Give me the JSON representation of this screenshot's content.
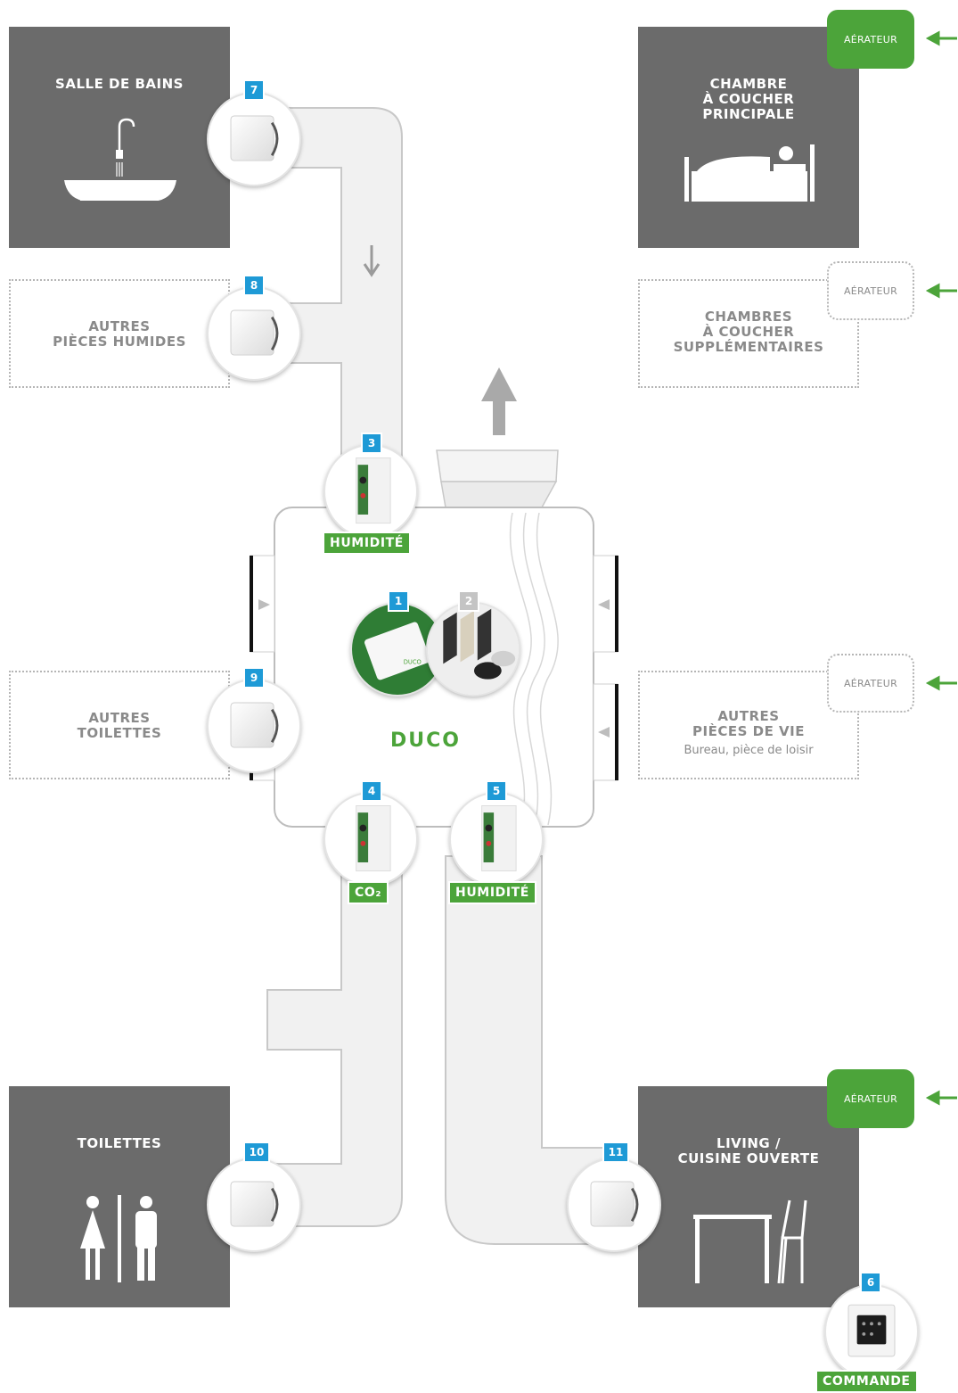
{
  "rooms": {
    "bathroom": {
      "title": "SALLE DE BAINS"
    },
    "wet_rooms": {
      "title": "AUTRES\nPIÈCES HUMIDES"
    },
    "other_toilets": {
      "title": "AUTRES\nTOILETTES"
    },
    "toilets": {
      "title": "TOILETTES"
    },
    "master_bedroom": {
      "title": "CHAMBRE\nÀ COUCHER\nPRINCIPALE"
    },
    "extra_bedrooms": {
      "title": "CHAMBRES\nÀ COUCHER\nSUPPLÉMENTAIRES"
    },
    "living_rooms": {
      "title": "AUTRES\nPIÈCES DE VIE",
      "subtitle": "Bureau, pièce de loisir"
    },
    "living_kitchen": {
      "title": "LIVING /\nCUISINE OUVERTE"
    }
  },
  "aerateur_label": "AÉRATEUR",
  "tags": {
    "t1": "1",
    "t2": "2",
    "t3": "3",
    "t4": "4",
    "t5": "5",
    "t6": "6",
    "t7": "7",
    "t8": "8",
    "t9": "9",
    "t10": "10",
    "t11": "11"
  },
  "labels": {
    "humidity_top": "HUMIDITÉ",
    "co2": "CO₂",
    "humidity_bottom": "HUMIDITÉ",
    "control": "COMMANDE"
  },
  "brand": {
    "logo": "DUCO"
  },
  "colors": {
    "room": "#6b6b6b",
    "accent": "#4ca43a",
    "tag": "#1e9ad6",
    "duct": "#f1f1f1"
  }
}
